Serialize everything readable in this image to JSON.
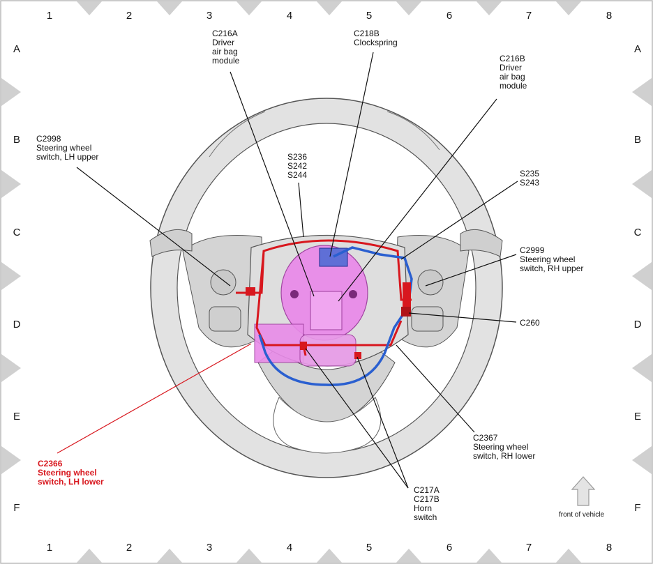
{
  "grid": {
    "columns": [
      "1",
      "2",
      "3",
      "4",
      "5",
      "6",
      "7",
      "8"
    ],
    "rows": [
      "A",
      "B",
      "C",
      "D",
      "E",
      "F"
    ]
  },
  "colors": {
    "harness_red": "#d8171e",
    "harness_blue": "#2a5fd0",
    "module_magenta": "#e36ee6",
    "wheel_gray": "#d8d8d8",
    "triangle_gray": "#d0d0d0"
  },
  "callouts": {
    "c216a": [
      "C216A",
      "Driver",
      "air bag",
      "module"
    ],
    "c218b": [
      "C218B",
      "Clockspring"
    ],
    "c216b": [
      "C216B",
      "Driver",
      "air bag",
      "module"
    ],
    "c2998": [
      "C2998",
      "Steering wheel",
      "switch, LH upper"
    ],
    "s236": [
      "S236",
      "S242",
      "S244"
    ],
    "s235": [
      "S235",
      "S243"
    ],
    "c2999": [
      "C2999",
      "Steering wheel",
      "switch, RH upper"
    ],
    "c260": [
      "C260"
    ],
    "c2367": [
      "C2367",
      "Steering wheel",
      "switch, RH lower"
    ],
    "c2366": [
      "C2366",
      "Steering wheel",
      "switch, LH lower"
    ],
    "c217": [
      "C217A",
      "C217B",
      "Horn",
      "switch"
    ]
  },
  "front_label": "front of vehicle",
  "icons": {
    "front_arrow": "up-arrow-icon"
  }
}
